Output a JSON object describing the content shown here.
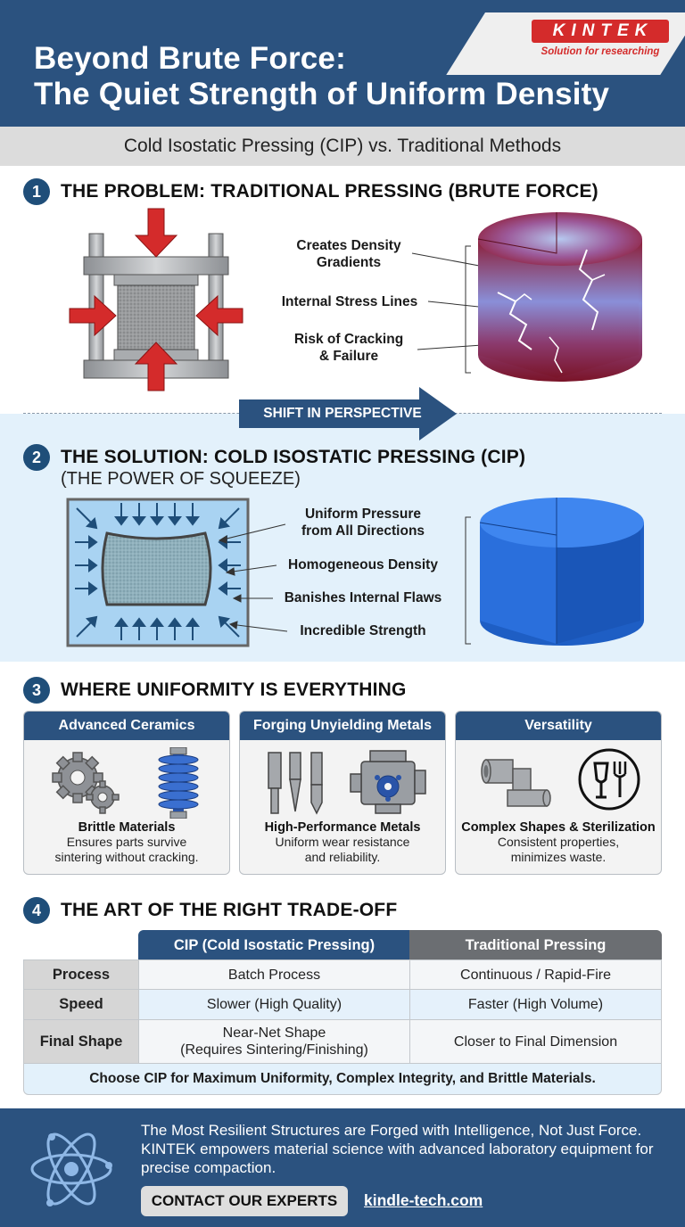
{
  "header": {
    "title": "Beyond Brute Force:\nThe Quiet Strength of Uniform Density",
    "subtitle": "Cold Isostatic Pressing (CIP) vs. Traditional Methods"
  },
  "brand": {
    "name": "KINTEK",
    "tagline": "Solution for researching"
  },
  "section1": {
    "number": "1",
    "title": "THE PROBLEM: TRADITIONAL PRESSING (BRUTE FORCE)",
    "callouts": [
      "Creates Density\nGradients",
      "Internal Stress Lines",
      "Risk of Cracking\n& Failure"
    ]
  },
  "transition": {
    "label": "SHIFT IN PERSPECTIVE"
  },
  "section2": {
    "number": "2",
    "title": "THE SOLUTION: COLD ISOSTATIC PRESSING (CIP)",
    "subtitle": "(THE POWER OF SQUEEZE)",
    "callouts": [
      "Uniform Pressure\nfrom All Directions",
      "Homogeneous Density",
      "Banishes Internal Flaws",
      "Incredible Strength"
    ]
  },
  "section3": {
    "number": "3",
    "title": "WHERE UNIFORMITY IS EVERYTHING",
    "cards": [
      {
        "heading": "Advanced Ceramics",
        "label": "Brittle Materials",
        "desc": "Ensures parts survive\nsintering without cracking.",
        "icons": [
          "gears-icon",
          "insulator-icon"
        ]
      },
      {
        "heading": "Forging Unyielding Metals",
        "label": "High-Performance Metals",
        "desc": "Uniform wear resistance\nand reliability.",
        "icons": [
          "tool-bits-icon",
          "engine-icon"
        ]
      },
      {
        "heading": "Versatility",
        "label": "Complex Shapes & Sterilization",
        "desc": "Consistent properties,\nminimizes waste.",
        "icons": [
          "pipe-fitting-icon",
          "food-safe-icon"
        ]
      }
    ]
  },
  "section4": {
    "number": "4",
    "title": "THE ART OF THE RIGHT TRADE-OFF",
    "columns": [
      "CIP (Cold Isostatic Pressing)",
      "Traditional Pressing"
    ],
    "rows": [
      {
        "label": "Process",
        "cip": "Batch Process",
        "trad": "Continuous / Rapid-Fire"
      },
      {
        "label": "Speed",
        "cip": "Slower (High Quality)",
        "trad": "Faster (High Volume)"
      },
      {
        "label": "Final Shape",
        "cip": "Near-Net Shape\n(Requires Sintering/Finishing)",
        "trad": "Closer to Final Dimension"
      }
    ],
    "summary": "Choose CIP for Maximum Uniformity, Complex Integrity, and Brittle Materials."
  },
  "footer": {
    "text": "The Most Resilient Structures are Forged with Intelligence, Not Just Force. KINTEK empowers material science with advanced laboratory equipment for precise compaction.",
    "cta": "CONTACT OUR EXPERTS",
    "site": "kindle-tech.com",
    "icon": "atom-icon"
  },
  "colors": {
    "navy": "#2b527f",
    "red": "#d42b2b",
    "blue": "#2f6fd0",
    "grey": "#6b6e72"
  }
}
